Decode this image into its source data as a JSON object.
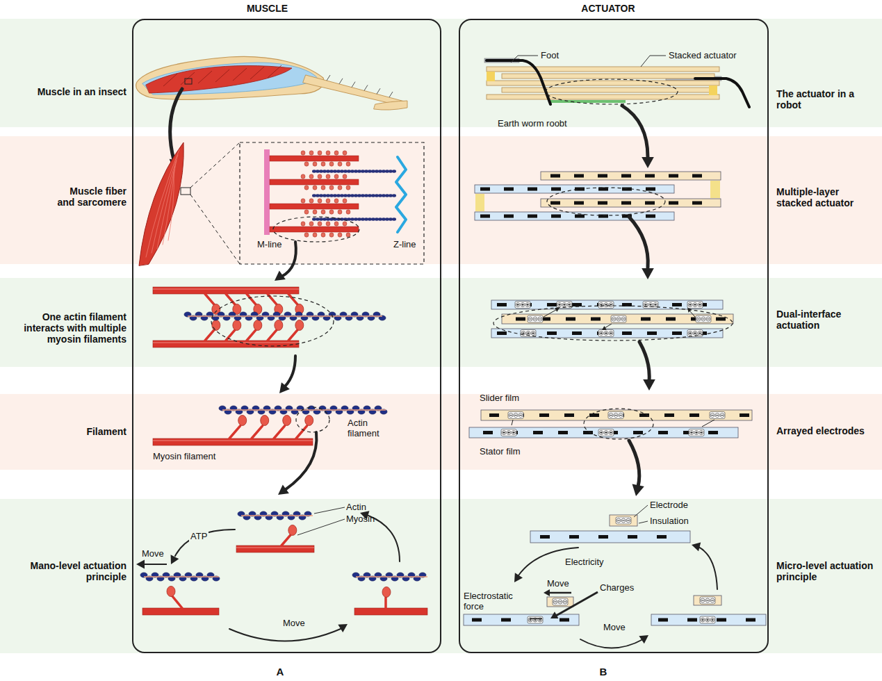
{
  "diagram": {
    "nodes": [
      {
        "text": [
          "MUSCLE"
        ]
      },
      {
        "text": [
          "ACTUATOR"
        ]
      }
    ],
    "labels": [
      "Muscle in an insect",
      "Muscle fiber and sarcomere",
      "One actin filament interacts with multiple myosin filaments",
      "Filament",
      "Mano-level actuation principle",
      "The actuator in a robot",
      "Multiple-layer stacked actuator",
      "Dual-interface actuation",
      "Arrayed electrodes",
      "Micro-level actuation principle",
      "A",
      "B",
      "M-line",
      "Z-line",
      "Actin filament",
      "Myosin filament",
      "Actin",
      "Myosin",
      "ATP",
      "Move",
      "Move",
      "Foot",
      "Stacked actuator",
      "Earth worm roobt",
      "Slider film",
      "Stator film",
      "Electrode",
      "Insulation",
      "Electricity",
      "Move",
      "Charges",
      "Electrostatic force",
      "Move"
    ]
  }
}
